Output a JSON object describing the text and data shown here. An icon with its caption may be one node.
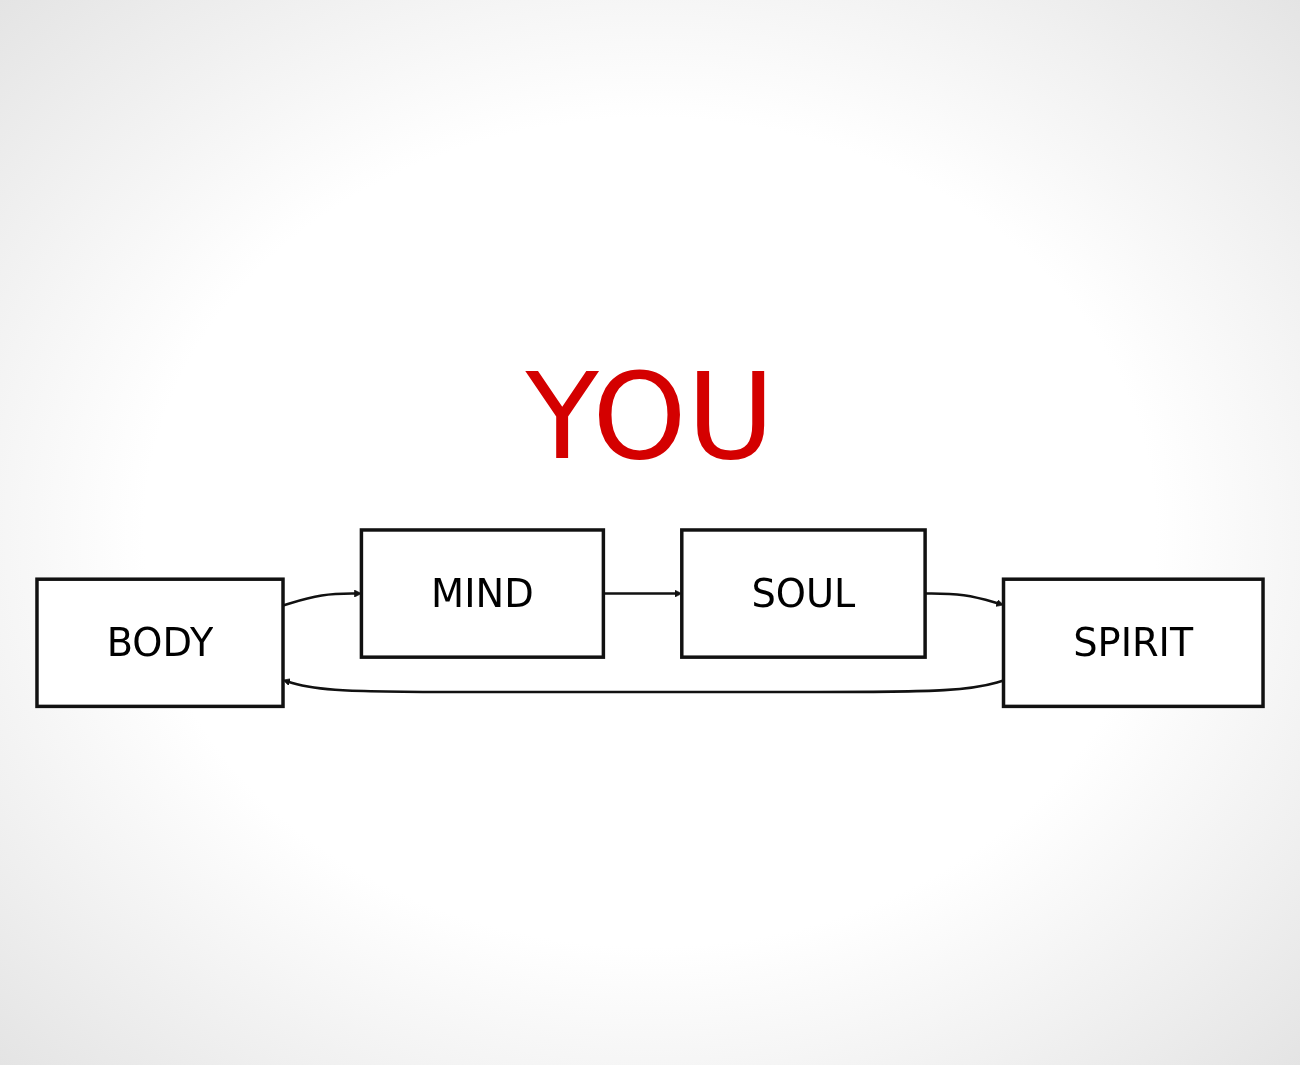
{
  "diagram": {
    "nodes": [
      {
        "text": [
          "BODY"
        ]
      },
      {
        "text": [
          "MIND"
        ]
      },
      {
        "text": [
          "SOUL"
        ]
      },
      {
        "text": [
          "SPIRIT"
        ]
      }
    ],
    "edges": [
      {
        "from": 0,
        "to": 1,
        "arrow": "to"
      },
      {
        "from": 1,
        "to": 2,
        "arrow": "to"
      },
      {
        "from": 2,
        "to": 3,
        "arrow": "to"
      },
      {
        "from": 3,
        "to": 0,
        "arrow": "to"
      }
    ],
    "labels": [
      "YOU"
    ]
  }
}
